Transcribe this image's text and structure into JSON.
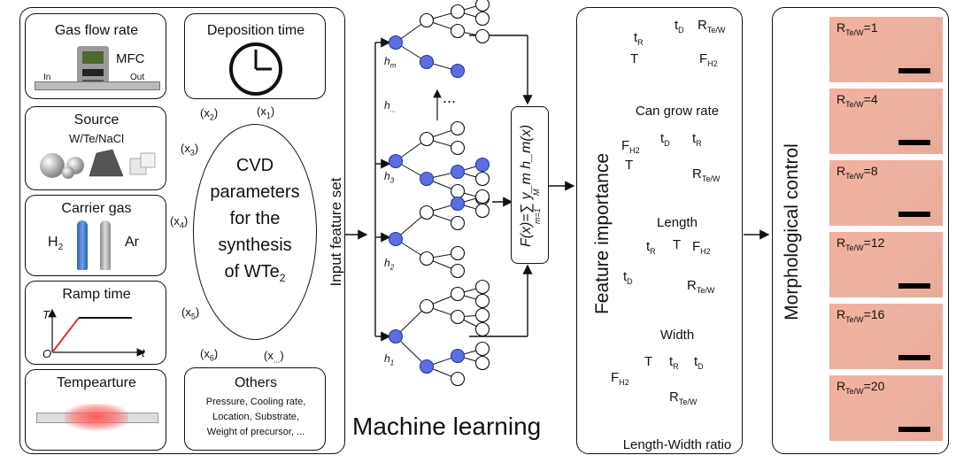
{
  "left_panel": {
    "gas_flow": {
      "title": "Gas flow rate",
      "device": "MFC",
      "in": "In",
      "out": "Out"
    },
    "deposition": {
      "title": "Deposition time"
    },
    "source": {
      "title": "Source",
      "subtitle": "W/Te/NaCl"
    },
    "carrier": {
      "title": "Carrier gas",
      "left": "H",
      "left_sub": "2",
      "right": "Ar"
    },
    "ramp": {
      "title": "Ramp time",
      "axis_y": "T",
      "axis_x": "t",
      "origin": "O"
    },
    "temperature": {
      "title": "Tempearture"
    },
    "others": {
      "title": "Others",
      "lines": [
        "Pressure, Cooling rate,",
        "Location, Substrate,",
        "Weight of precursor, ..."
      ]
    },
    "center": {
      "lines": [
        "CVD",
        "parameters",
        "for the",
        "synthesis"
      ],
      "last": "of WTe",
      "last_sub": "2"
    },
    "params": {
      "x1": "1",
      "x2": "2",
      "x3": "3",
      "x4": "4",
      "x5": "5",
      "x6": "6",
      "xdots": "..."
    }
  },
  "input_label": "Input feature set",
  "ml": {
    "label": "Machine learning",
    "trees": [
      "m",
      "...",
      "3",
      "2",
      "1"
    ],
    "dots": "...",
    "formula": "F(x)=∑ y_m h_m(x)",
    "formula_upper": "M",
    "formula_lower": "m=1"
  },
  "feature_importance": {
    "label": "Feature importance",
    "pies": [
      {
        "caption": "Can grow rate",
        "labels": [
          "t_R",
          "t_D",
          "R_Te/W",
          "T",
          "F_H2"
        ]
      },
      {
        "caption": "Length",
        "labels": [
          "F_H2",
          "t_D",
          "t_R",
          "T",
          "R_Te/W"
        ]
      },
      {
        "caption": "Width",
        "labels": [
          "t_R",
          "T",
          "F_H2",
          "t_D",
          "R_Te/W"
        ]
      },
      {
        "caption": "Length-Width ratio",
        "labels": [
          "F_H2",
          "T",
          "t_R",
          "t_D",
          "R_Te/W"
        ]
      }
    ]
  },
  "morphological": {
    "label": "Morphological control",
    "ratio_prefix": "R",
    "ratio_sub": "Te/W",
    "values": [
      "=1",
      "=4",
      "=8",
      "=12",
      "=16",
      "=20"
    ]
  }
}
